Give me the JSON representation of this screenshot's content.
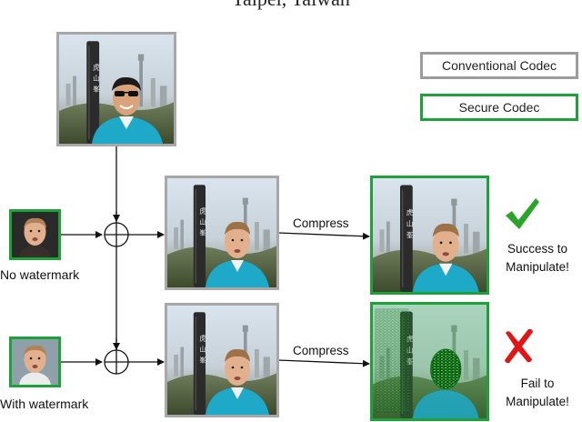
{
  "top_caption": "Taipei, Taiwan",
  "legend": {
    "conventional": "Conventional Codec",
    "secure": "Secure Codec"
  },
  "rows": [
    {
      "input_label": "No watermark",
      "arrow_label": "Compress",
      "result_line1": "Success to",
      "result_line2": "Manipulate!",
      "result_icon": "check-icon"
    },
    {
      "input_label": "With watermark",
      "arrow_label": "Compress",
      "result_line1": "Fail to",
      "result_line2": "Manipulate!",
      "result_icon": "cross-icon"
    }
  ],
  "colors": {
    "secure_green": "#1fa13a",
    "conventional_gray": "#9c9c9c",
    "success_green": "#2aa52a",
    "fail_red": "#e01515"
  }
}
